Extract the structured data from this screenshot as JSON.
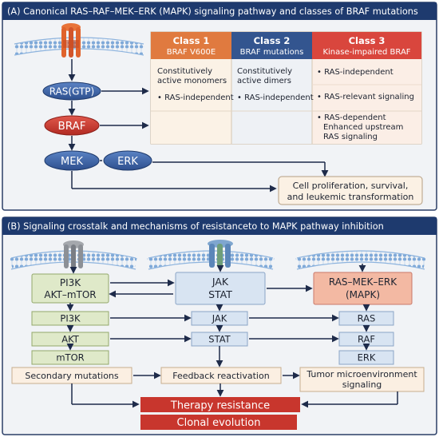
{
  "panel_a": {
    "title": "(A) Canonical RAS–RAF–MEK–ERK (MAPK) signaling pathway and classes of BRAF mutations",
    "nodes": {
      "ras": "RAS(GTP)",
      "braf": "BRAF",
      "mek": "MEK",
      "erk": "ERK"
    },
    "outcome_line1": "Cell proliferation, survival,",
    "outcome_line2": "and leukemic transformation",
    "classes": [
      {
        "title": "Class 1",
        "subtitle": "BRAF V600E",
        "line1": "Constitutively",
        "line2": "active monomers",
        "bullet": "• RAS-independent",
        "header_color": "#e07a3f"
      },
      {
        "title": "Class 2",
        "subtitle": "BRAF mutations",
        "line1": "Constitutively",
        "line2": "active dimers",
        "bullet": "• RAS-independent",
        "header_color": "#33558f"
      },
      {
        "title": "Class 3",
        "subtitle": "Kinase-impaired BRAF",
        "bullet1": "• RAS-independent",
        "bullet2": "• RAS-relevant signaling",
        "bullet3": "• RAS-dependent",
        "bullet3_line2": "Enhanced upstream",
        "bullet3_line3": "RAS signaling",
        "header_color": "#d9463d"
      }
    ]
  },
  "panel_b": {
    "title": "(B) Signaling crosstalk and mechanisms of resistanceto to MAPK pathway inhibition",
    "col1": {
      "header_line1": "PI3K",
      "header_line2": "AKT–mTOR",
      "items": [
        "PI3K",
        "AKT",
        "mTOR"
      ]
    },
    "col2": {
      "header_line1": "JAK",
      "header_line2": "STAT",
      "items": [
        "JAK",
        "STAT"
      ]
    },
    "col3": {
      "header_line1": "RAS–MEK–ERK",
      "header_line2": "(MAPK)",
      "items": [
        "RAS",
        "RAF",
        "ERK"
      ]
    },
    "secondary": "Secondary mutations",
    "feedback": "Feedback reactivation",
    "tme_line1": "Tumor microenvironment",
    "tme_line2": "signaling",
    "resistance": "Therapy resistance",
    "clonal": "Clonal evolution"
  },
  "colors": {
    "panel_header": "#1e3a6e",
    "pill_blue": "#3c63a6",
    "braf_red": "#c8362d",
    "receptor_orange": "#e0632c",
    "result_red": "#c8362d",
    "box_green": "#dfe9c9",
    "box_blue": "#d8e4f2",
    "box_salmon": "#f3b9a3",
    "box_cream": "#fbefe2"
  }
}
